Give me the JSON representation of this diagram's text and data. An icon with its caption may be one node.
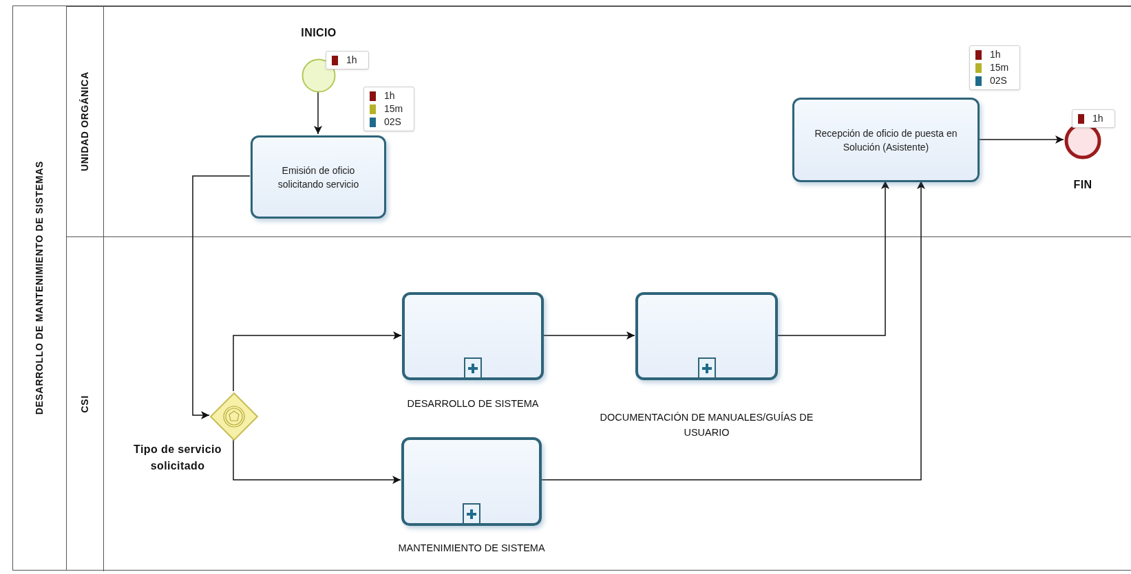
{
  "diagram": {
    "nodes": [
      {
        "text": [
          "DESARROLLO DE MANTENIMIENTO DE SISTEMAS"
        ]
      },
      {
        "text": [
          "UNIDAD ORGÁNICA"
        ],
        "in": 0
      },
      {
        "text": [
          "CSI"
        ],
        "in": 0
      },
      {
        "text": [
          "INICIO"
        ],
        "in": 1,
        "beside": [
          "1h"
        ]
      },
      {
        "text": [
          "Emisión de oficio solicitando servicio"
        ],
        "in": 1,
        "beside": [
          "1h",
          "15m",
          "02S"
        ]
      },
      {
        "text": [
          "Recepción de oficio de puesta en Solución (Asistente)"
        ],
        "in": 1,
        "beside": [
          "1h",
          "15m",
          "02S"
        ]
      },
      {
        "text": [
          "FIN"
        ],
        "in": 1,
        "beside": [
          "1h"
        ]
      },
      {
        "text": [
          "Tipo de servicio solicitado"
        ],
        "in": 2
      },
      {
        "text": [
          "DESARROLLO DE SISTEMA"
        ],
        "in": 2
      },
      {
        "text": [
          "DOCUMENTACIÓN DE MANUALES/GUÍAS DE USUARIO"
        ],
        "in": 2
      },
      {
        "text": [
          "MANTENIMIENTO DE SISTEMA"
        ],
        "in": 2
      }
    ],
    "edges": [
      {
        "from": 3,
        "to": 4,
        "arrow": "to"
      },
      {
        "from": 4,
        "to": 7,
        "arrow": "to"
      },
      {
        "from": 7,
        "to": 8,
        "arrow": "to"
      },
      {
        "from": 7,
        "to": 10,
        "arrow": "to"
      },
      {
        "from": 8,
        "to": 9,
        "arrow": "to"
      },
      {
        "from": 9,
        "to": 5,
        "arrow": "to"
      },
      {
        "from": 10,
        "to": 5,
        "arrow": "to"
      },
      {
        "from": 5,
        "to": 6,
        "arrow": "to"
      }
    ]
  }
}
